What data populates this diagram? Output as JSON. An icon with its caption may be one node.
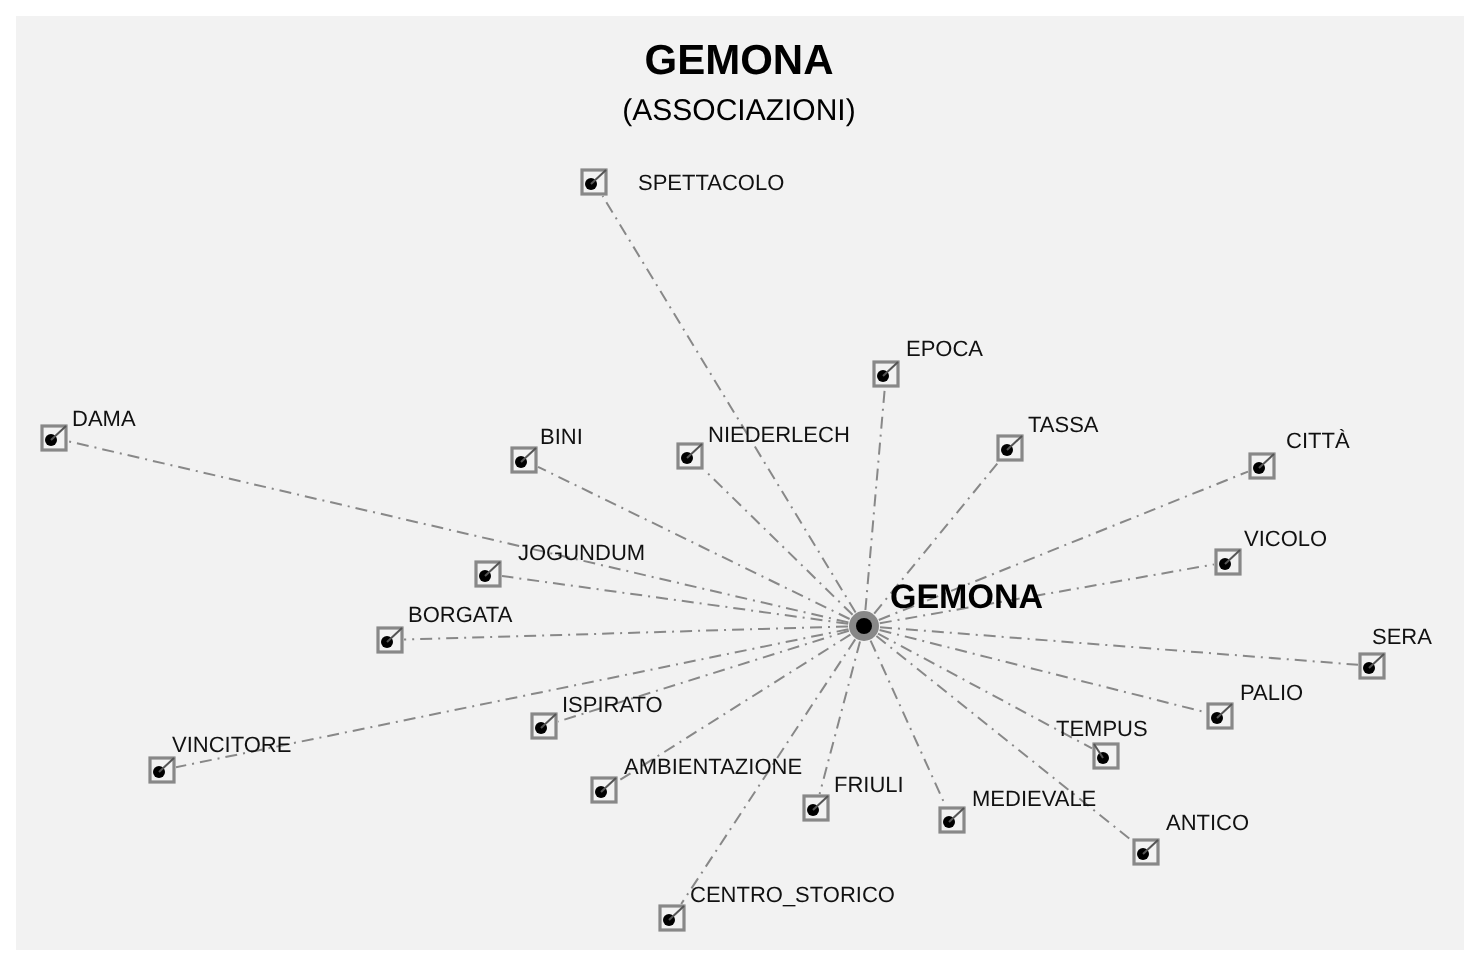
{
  "diagram": {
    "title": "GEMONA",
    "nodes": [
      {
        "text": [
          "GEMONA"
        ]
      },
      {
        "text": [
          "SPETTACOLO"
        ]
      },
      {
        "text": [
          "EPOCA"
        ]
      },
      {
        "text": [
          "DAMA"
        ]
      },
      {
        "text": [
          "NIEDERLECH"
        ]
      },
      {
        "text": [
          "TASSA"
        ]
      },
      {
        "text": [
          "BINI"
        ]
      },
      {
        "text": [
          "CITTÀ"
        ]
      },
      {
        "text": [
          "JOGUNDUM"
        ]
      },
      {
        "text": [
          "VICOLO"
        ]
      },
      {
        "text": [
          "BORGATA"
        ]
      },
      {
        "text": [
          "SERA"
        ]
      },
      {
        "text": [
          "PALIO"
        ]
      },
      {
        "text": [
          "ISPIRATO"
        ]
      },
      {
        "text": [
          "TEMPUS"
        ]
      },
      {
        "text": [
          "VINCITORE"
        ]
      },
      {
        "text": [
          "AMBIENTAZIONE"
        ]
      },
      {
        "text": [
          "FRIULI"
        ]
      },
      {
        "text": [
          "MEDIEVALE"
        ]
      },
      {
        "text": [
          "ANTICO"
        ]
      },
      {
        "text": [
          "CENTRO_STORICO"
        ]
      }
    ],
    "edges": [
      {
        "from": 0,
        "to": 1,
        "arrow": "none"
      },
      {
        "from": 0,
        "to": 2,
        "arrow": "none"
      },
      {
        "from": 0,
        "to": 3,
        "arrow": "none"
      },
      {
        "from": 0,
        "to": 4,
        "arrow": "none"
      },
      {
        "from": 0,
        "to": 5,
        "arrow": "none"
      },
      {
        "from": 0,
        "to": 6,
        "arrow": "none"
      },
      {
        "from": 0,
        "to": 7,
        "arrow": "none"
      },
      {
        "from": 0,
        "to": 8,
        "arrow": "none"
      },
      {
        "from": 0,
        "to": 9,
        "arrow": "none"
      },
      {
        "from": 0,
        "to": 10,
        "arrow": "none"
      },
      {
        "from": 0,
        "to": 11,
        "arrow": "none"
      },
      {
        "from": 0,
        "to": 12,
        "arrow": "none"
      },
      {
        "from": 0,
        "to": 13,
        "arrow": "none"
      },
      {
        "from": 0,
        "to": 14,
        "arrow": "none"
      },
      {
        "from": 0,
        "to": 15,
        "arrow": "none"
      },
      {
        "from": 0,
        "to": 16,
        "arrow": "none"
      },
      {
        "from": 0,
        "to": 17,
        "arrow": "none"
      },
      {
        "from": 0,
        "to": 18,
        "arrow": "none"
      },
      {
        "from": 0,
        "to": 19,
        "arrow": "none"
      },
      {
        "from": 0,
        "to": 20,
        "arrow": "none"
      }
    ],
    "labels": [
      "(ASSOCIAZIONI)"
    ]
  }
}
